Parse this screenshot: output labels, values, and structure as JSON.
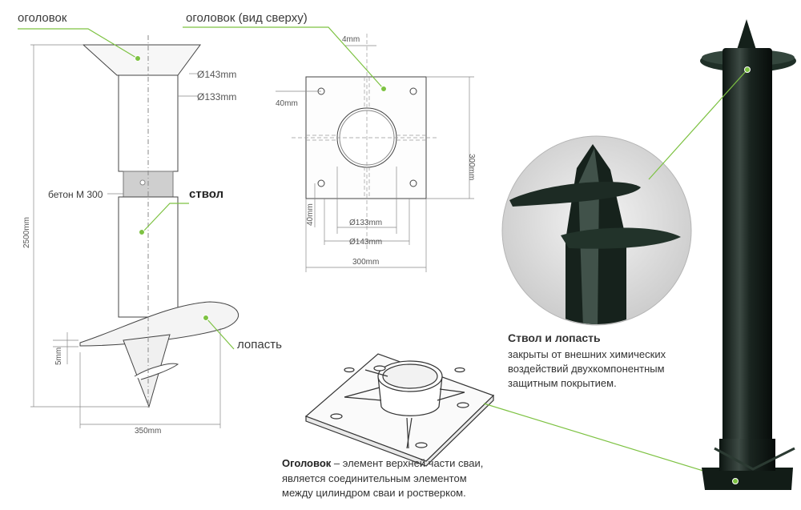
{
  "labels": {
    "cap": "оголовок",
    "cap_top": "оголовок (вид сверху)",
    "d143": "Ø143mm",
    "d133": "Ø133mm",
    "concrete": "бетон М 300",
    "shaft": "ствол",
    "blade": "лопасть",
    "len2500": "2500mm",
    "t5": "5mm",
    "w350": "350mm",
    "p4": "4mm",
    "p40a": "40mm",
    "p40b": "40mm",
    "p300v": "300mm",
    "p300h": "300mm",
    "pd133": "Ø133mm",
    "pd143": "Ø143mm"
  },
  "shaft_note": {
    "title": "Ствол и лопасть",
    "lines": [
      "закрыты от внешних  химических",
      "воздействий двухкомпонентным",
      "защитным покрытием."
    ]
  },
  "cap_note": {
    "term": "Оголовок",
    "rest": " – элемент верхней части сваи,",
    "lines": [
      "является соединительным элементом",
      "между цилиндром сваи и ростверком."
    ]
  },
  "colors": {
    "accent": "#7dc242",
    "line": "#444444",
    "pile": "#1a2a22"
  }
}
